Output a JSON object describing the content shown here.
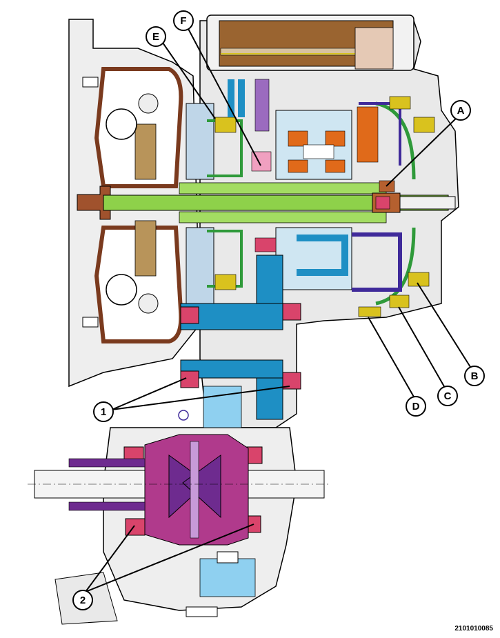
{
  "figure_id": "2101010085",
  "callouts": {
    "a": "A",
    "b": "B",
    "c": "C",
    "d": "D",
    "e": "E",
    "f": "F",
    "one": "1",
    "two": "2"
  },
  "colors": {
    "outline": "#000000",
    "housing": "#e6e6e6",
    "housing_dark": "#bfbfbf",
    "torque_converter": "#7a3a1e",
    "converter_fill": "#b8945a",
    "shaft": "#8ed14a",
    "green": "#2f9a3a",
    "blue": "#1e8fc4",
    "light_blue": "#8fd0f0",
    "purple": "#6e2b8f",
    "violet": "#3f2a9a",
    "magenta": "#b03a8c",
    "bearing": "#d9446b",
    "orange": "#e06a1a",
    "yellow": "#d9c21e",
    "valve_body": "#9a6430",
    "copper": "#b5602f"
  }
}
